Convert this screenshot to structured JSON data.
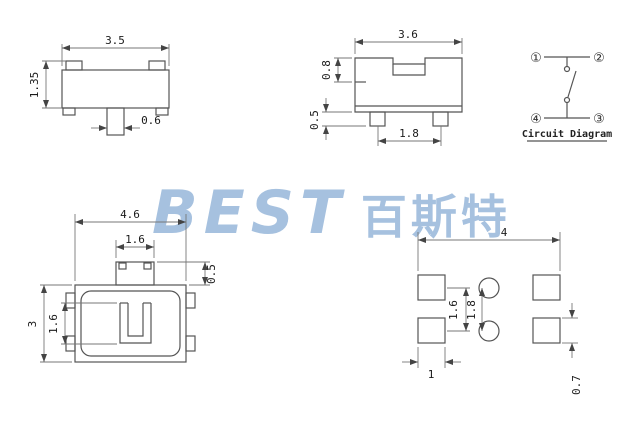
{
  "colors": {
    "line": "#555555",
    "dim_text": "#1a1a1a",
    "watermark": "#9dbbdc"
  },
  "watermark": {
    "en": "BEST",
    "cn": "百斯特"
  },
  "front_view": {
    "dim_width": "3.5",
    "dim_height": "1.35",
    "dim_stem": "0.6"
  },
  "side_view": {
    "dim_width": "3.6",
    "dim_top": "0.8",
    "dim_pin_height": "0.5",
    "dim_pin_pitch": "1.8"
  },
  "circuit": {
    "t1": "①",
    "t2": "②",
    "t3": "③",
    "t4": "④",
    "label": "Circuit Diagram"
  },
  "top_view": {
    "dim_width": "4.6",
    "dim_actuator": "1.6",
    "dim_protrusion": "0.5",
    "dim_height": "3",
    "dim_contact": "1.6"
  },
  "footprint": {
    "dim_width": "4",
    "dim_pad_pitch": "1.6",
    "dim_hole_pitch": "1.8",
    "dim_pad_width": "1",
    "dim_pad_height": "0.7"
  }
}
